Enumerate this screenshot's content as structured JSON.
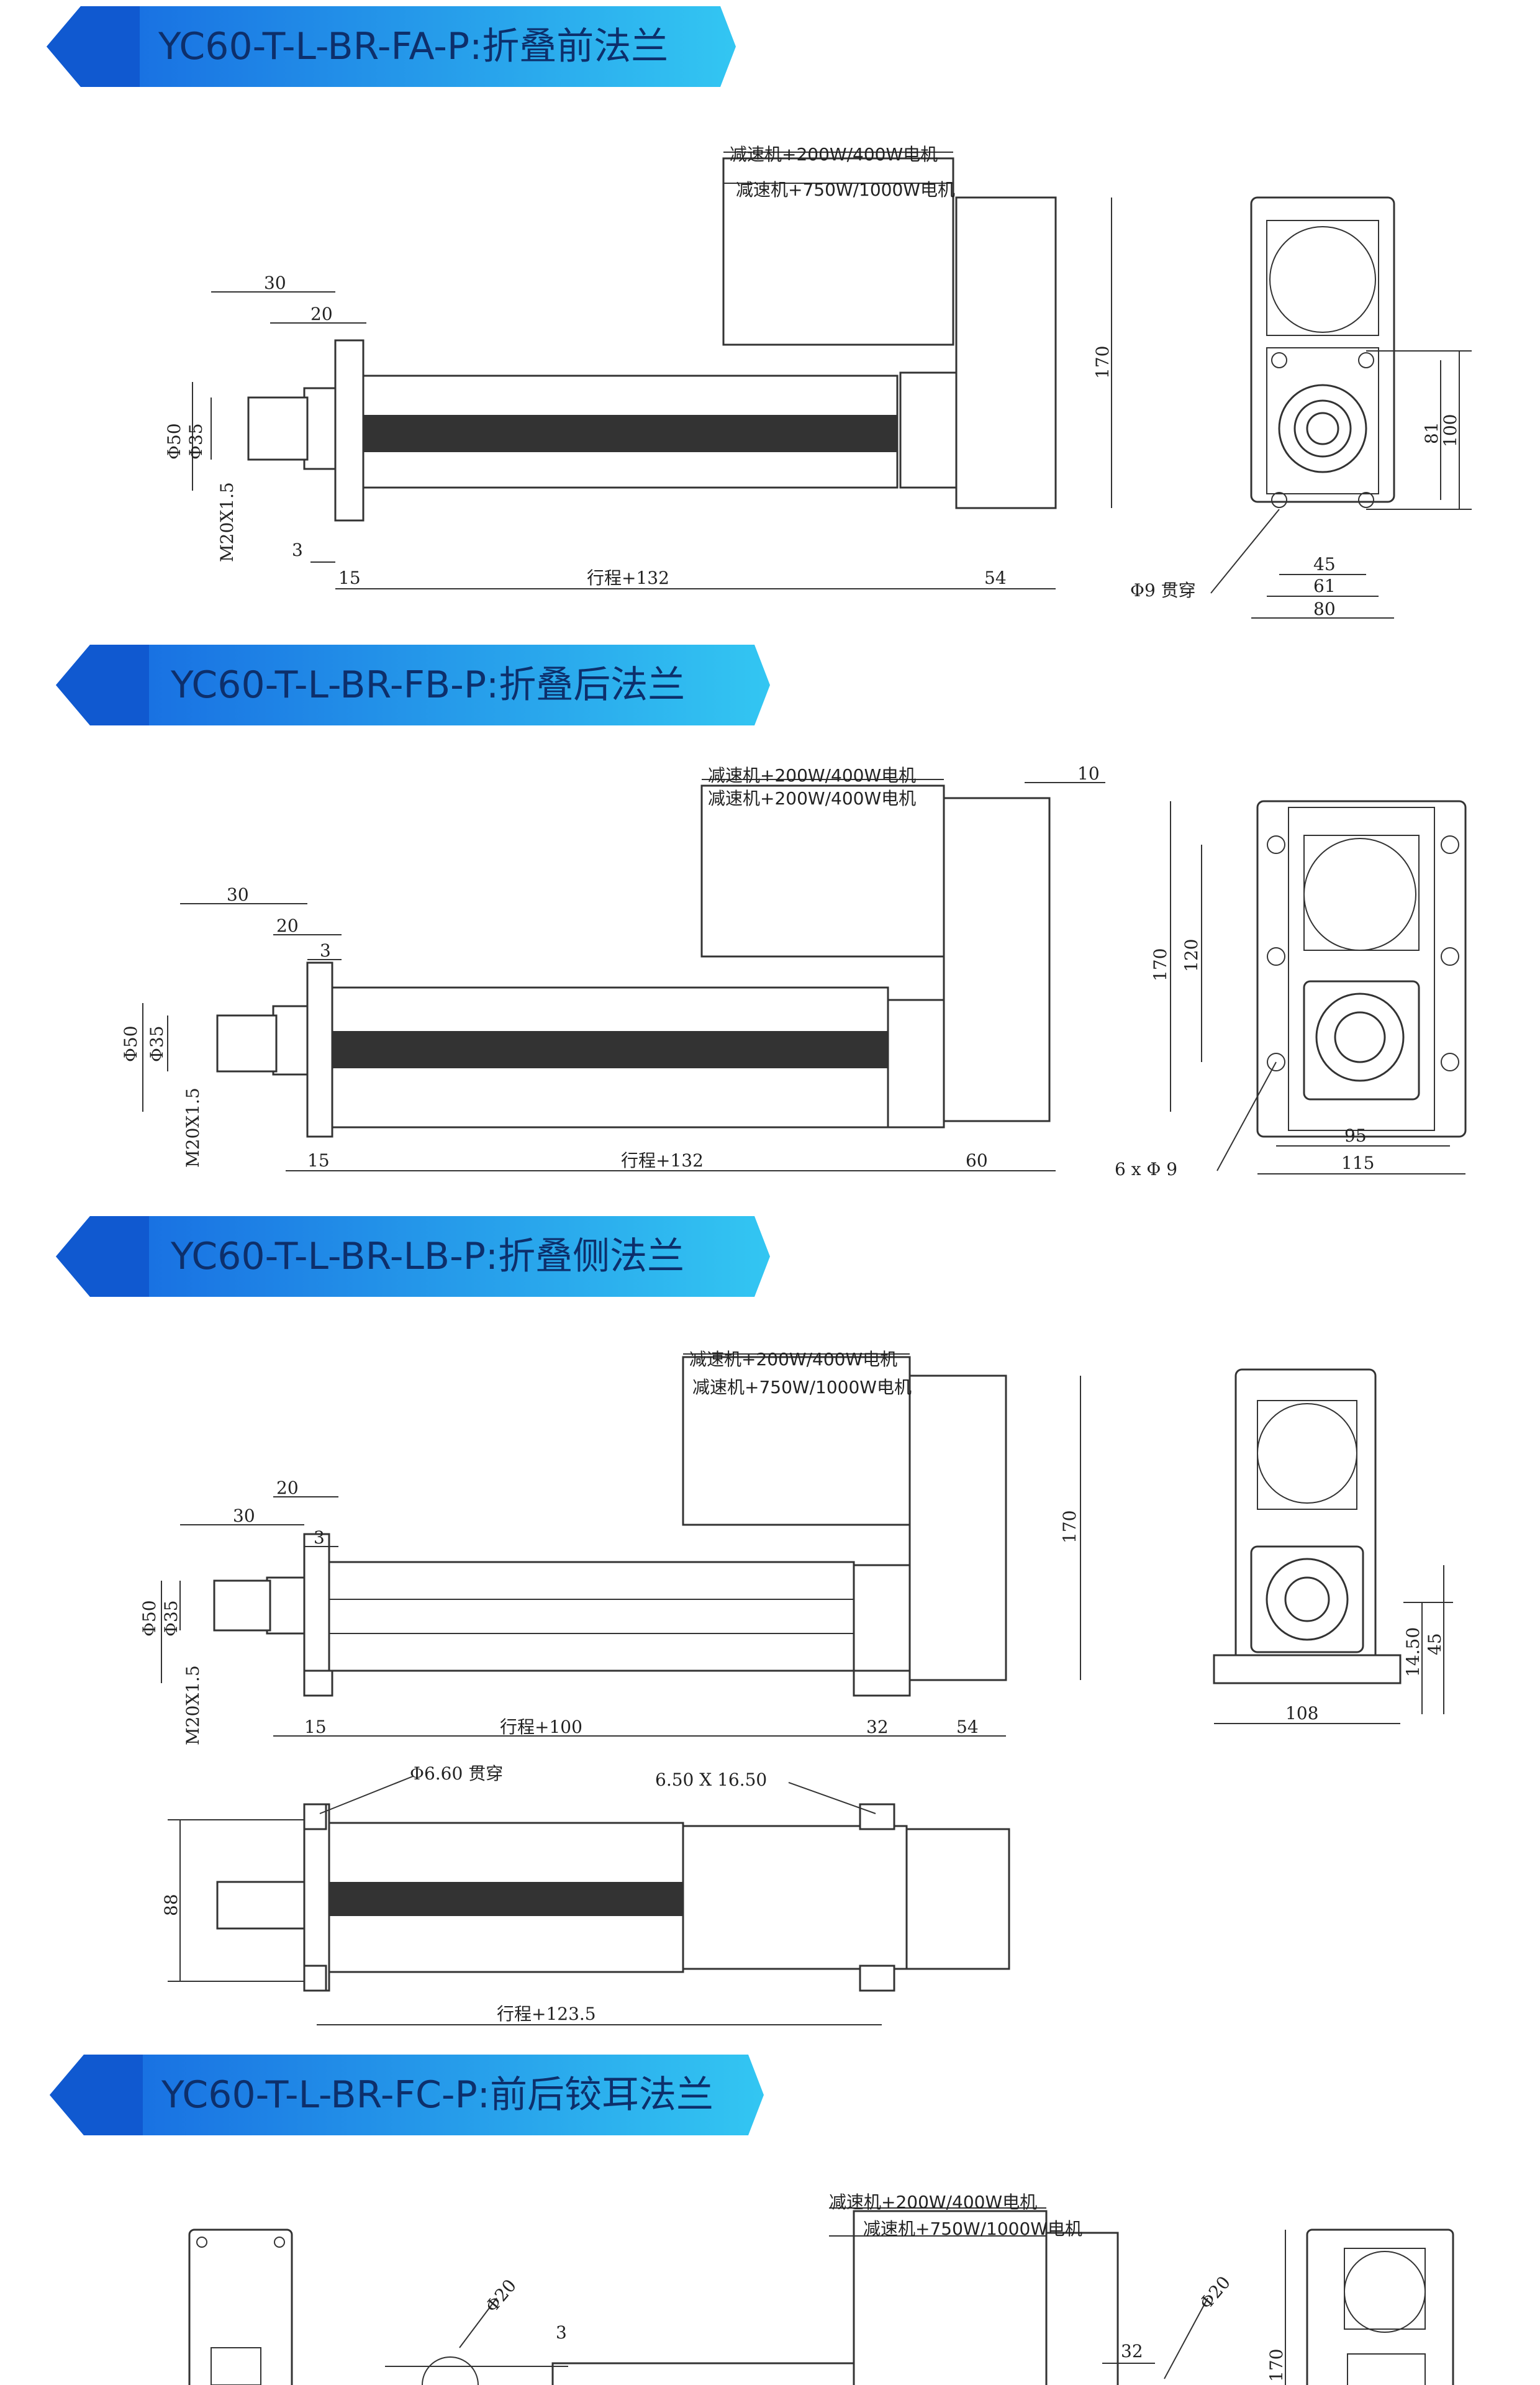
{
  "sections": [
    {
      "title": "YC60-T-L-BR-FA-P:折叠前法兰",
      "motor_label_1": "减速机+200W/400W电机",
      "motor_label_2": "减速机+750W/1000W电机",
      "dims": {
        "d30": "30",
        "d20": "20",
        "d50": "Φ50",
        "d35": "Φ35",
        "thread": "M20X1.5",
        "d3": "3",
        "d15": "15",
        "stroke": "行程+132",
        "d54": "54",
        "h170": "170",
        "hole": "Φ9 贯穿",
        "d45": "45",
        "d61": "61",
        "d80": "80",
        "d81": "81",
        "d100": "100"
      }
    },
    {
      "title": "YC60-T-L-BR-FB-P:折叠后法兰",
      "motor_label_1": "减速机+200W/400W电机",
      "motor_label_2": "减速机+200W/400W电机",
      "dims": {
        "d30": "30",
        "d20": "20",
        "d3": "3",
        "d10": "10",
        "d50": "Φ50",
        "d35": "Φ35",
        "thread": "M20X1.5",
        "d15": "15",
        "stroke": "行程+132",
        "d60": "60",
        "h170": "170",
        "h120": "120",
        "holes": "6 x Φ 9",
        "d95": "95",
        "d115": "115"
      }
    },
    {
      "title": "YC60-T-L-BR-LB-P:折叠侧法兰",
      "motor_label_1": "减速机+200W/400W电机",
      "motor_label_2": "减速机+750W/1000W电机",
      "dims": {
        "d20": "20",
        "d30": "30",
        "d3": "3",
        "d50": "Φ50",
        "d35": "Φ35",
        "thread": "M20X1.5",
        "d15": "15",
        "stroke": "行程+100",
        "d32": "32",
        "d54": "54",
        "h170": "170",
        "d108": "108",
        "d14_50": "14.50",
        "d45": "45",
        "hole": "Φ6.60 贯穿",
        "slot": "6.50 X 16.50",
        "h88": "88",
        "stroke2": "行程+123.5"
      }
    },
    {
      "title": "YC60-T-L-BR-FC-P:前后铰耳法兰",
      "motor_label_1": "减速机+200W/400W电机",
      "motor_label_2": "减速机+750W/1000W电机",
      "dims": {
        "d20a": "Φ20",
        "d3": "3",
        "d32": "32",
        "d20b": "Φ20",
        "h170": "170"
      }
    }
  ],
  "colors": {
    "banner_start": "#1565e0",
    "banner_end": "#33c6f2",
    "title_text": "#0d2f6b",
    "line": "#333333"
  }
}
